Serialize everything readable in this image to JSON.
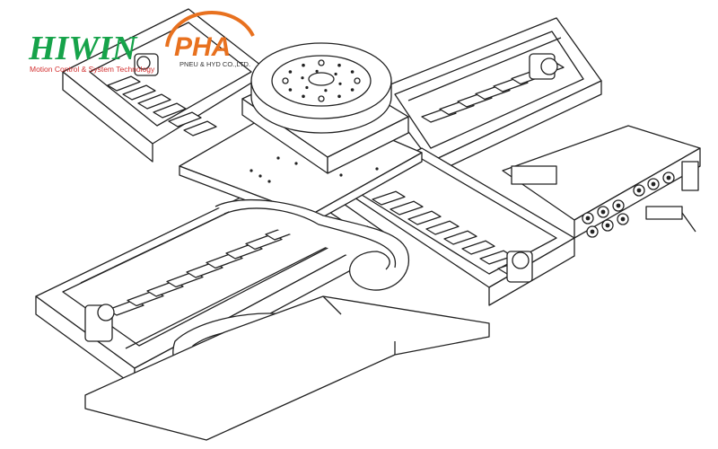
{
  "logos": {
    "hiwin": {
      "name": "HIWIN",
      "tagline": "Motion Control & System Technology",
      "color": "#16a34a",
      "tagline_color": "#d32f2f"
    },
    "pha": {
      "name": "PHA",
      "tagline": "PNEU & HYD CO.,LTD.",
      "color": "#e8711f"
    }
  },
  "drawing": {
    "subject": "XY cross linear-motor stage with rotary table",
    "style": "line-art",
    "stroke_color": "#222222",
    "background": "#ffffff"
  }
}
